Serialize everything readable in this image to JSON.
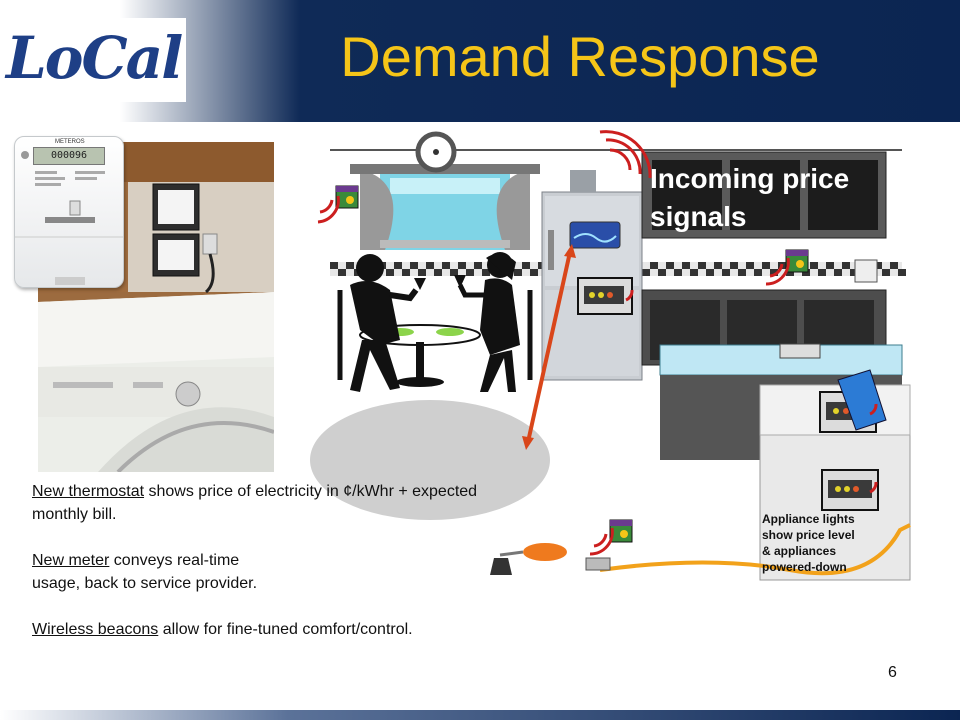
{
  "header": {
    "logo_text": "LoCal",
    "title": "Demand Response"
  },
  "photo": {
    "meter_brand": "METEROS",
    "meter_reading": "000096"
  },
  "scene": {
    "overlay_text_line1": "Incoming price",
    "overlay_text_line2": "signals",
    "appliance_note": [
      "Appliance lights",
      "show price level",
      "& appliances",
      "powered-down"
    ]
  },
  "body": {
    "p1_link": "New thermostat",
    "p1_rest": " shows price of electricity in ¢/kWhr + expected",
    "p1_line2": "monthly bill.",
    "p2_link": "New meter",
    "p2_rest": " conveys real-time",
    "p2_line2": "usage, back to service provider.",
    "p3_link": "Wireless beacons",
    "p3_rest": " allow for fine-tuned comfort/control."
  },
  "page_number": "6",
  "colors": {
    "header_navy": "#0b2552",
    "title_yellow": "#f5c518",
    "logo_blue": "#1e3f86",
    "signal_red": "#cc1f1f",
    "cable_orange": "#f2a21b"
  }
}
